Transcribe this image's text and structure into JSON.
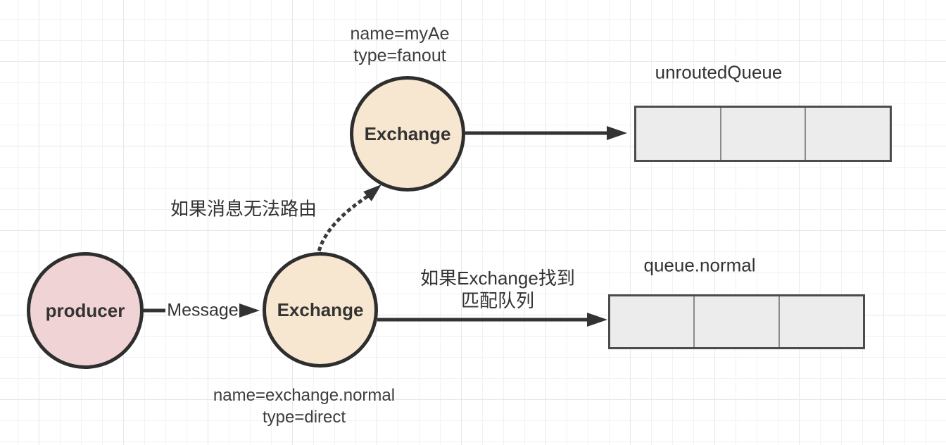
{
  "diagram": {
    "title_hint": "RabbitMQ alternate exchange routing diagram",
    "nodes": {
      "producer": {
        "label": "producer"
      },
      "exchange_normal": {
        "label": "Exchange",
        "annotation": "name=exchange.normal\ntype=direct"
      },
      "exchange_ae": {
        "label": "Exchange",
        "annotation": "name=myAe\ntype=fanout"
      },
      "queue_unrouted": {
        "title": "unroutedQueue",
        "cells": 3
      },
      "queue_normal": {
        "title": "queue.normal",
        "cells": 3
      }
    },
    "edges": {
      "message_label": "Message",
      "unrouted_condition": "如果消息无法路由",
      "matched_condition": "如果Exchange找到\n匹配队列"
    },
    "colors": {
      "producer_fill": "#f0d3d5",
      "exchange_fill": "#f8e7d0",
      "queue_fill": "#ececec",
      "node_stroke": "#2e2e2e",
      "arrow_stroke": "#333333",
      "queue_border": "#4c4c4c",
      "queue_divider": "#8b8b8b",
      "grid_minor": "#f2f2f4",
      "grid_major": "#e7e7eb"
    }
  }
}
